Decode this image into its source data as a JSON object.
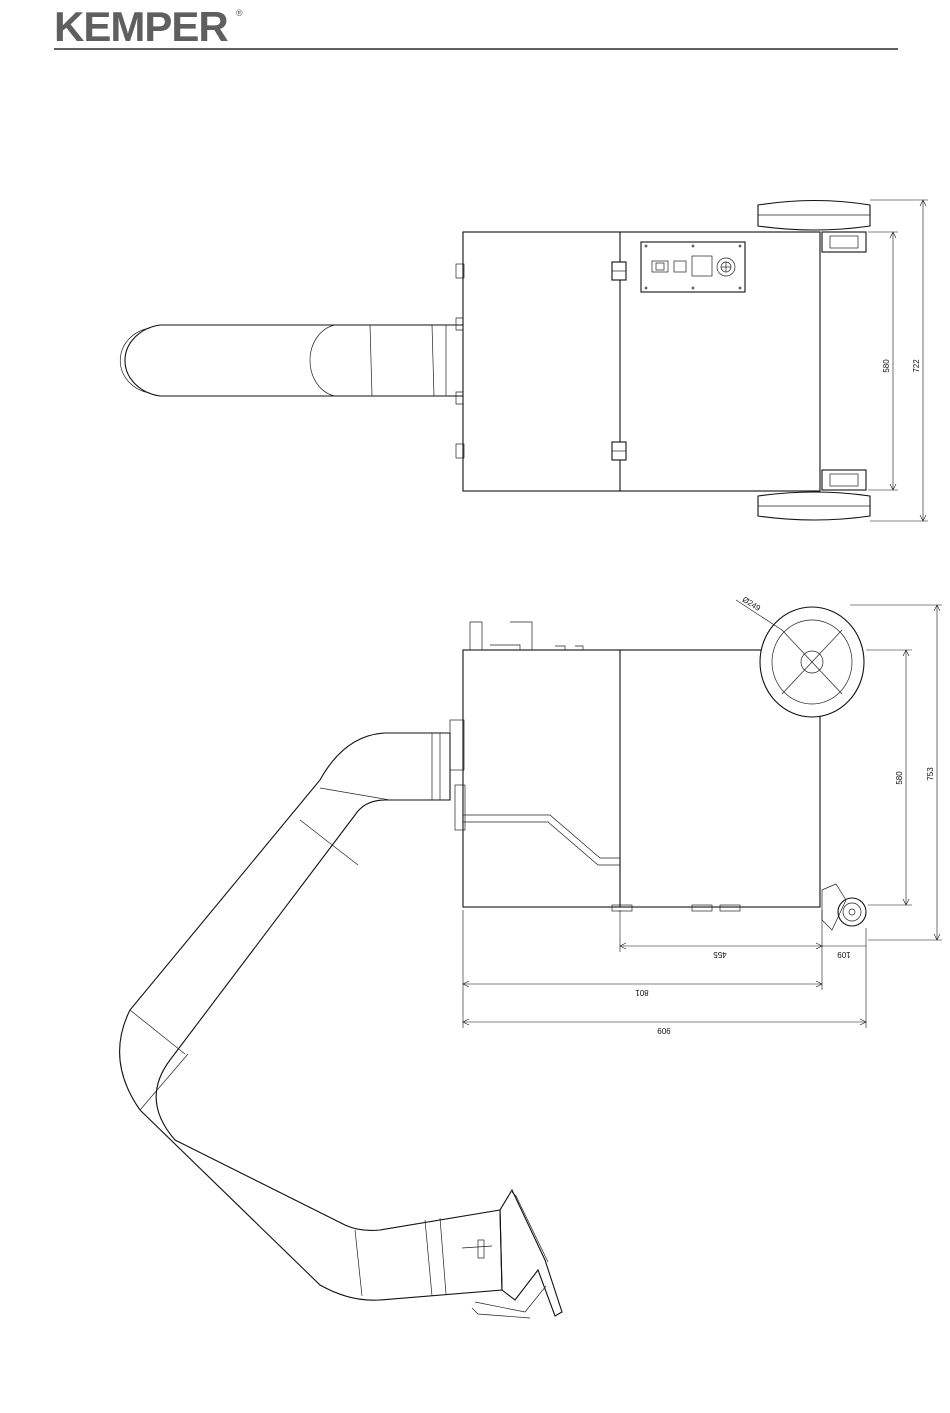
{
  "header": {
    "logo_text": "KEMPER",
    "logo_mark": "®",
    "brand_color": "#5f5f5f"
  },
  "top_view": {
    "dimensions": {
      "inner_width": "580",
      "outer_width": "722"
    }
  },
  "side_view": {
    "dimensions": {
      "wheel_diameter": "Ø249",
      "body_height": "580",
      "overall_height": "753",
      "base_length": "455",
      "caster_offset": "109",
      "body_length": "801",
      "overall_length": "909"
    }
  }
}
